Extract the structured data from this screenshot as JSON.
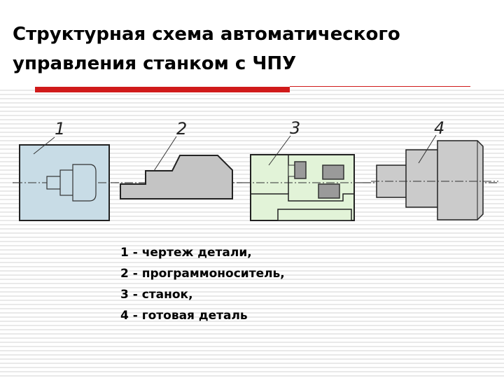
{
  "title": {
    "line1": "Структурная схема автоматического",
    "line2": "управления станком с ЧПУ"
  },
  "labels": [
    "1",
    "2",
    "3",
    "4"
  ],
  "legend": [
    "1 - чертеж детали,",
    "2 - программоноситель,",
    "3 - станок,",
    "4 - готовая деталь"
  ],
  "colors": {
    "accent": "#d01a1a",
    "drawing_fill": "#c8dce6",
    "carrier_fill": "#c4c4c4",
    "machine_fill": "#e2f3d8",
    "part_fill": "#cbcbcb"
  }
}
